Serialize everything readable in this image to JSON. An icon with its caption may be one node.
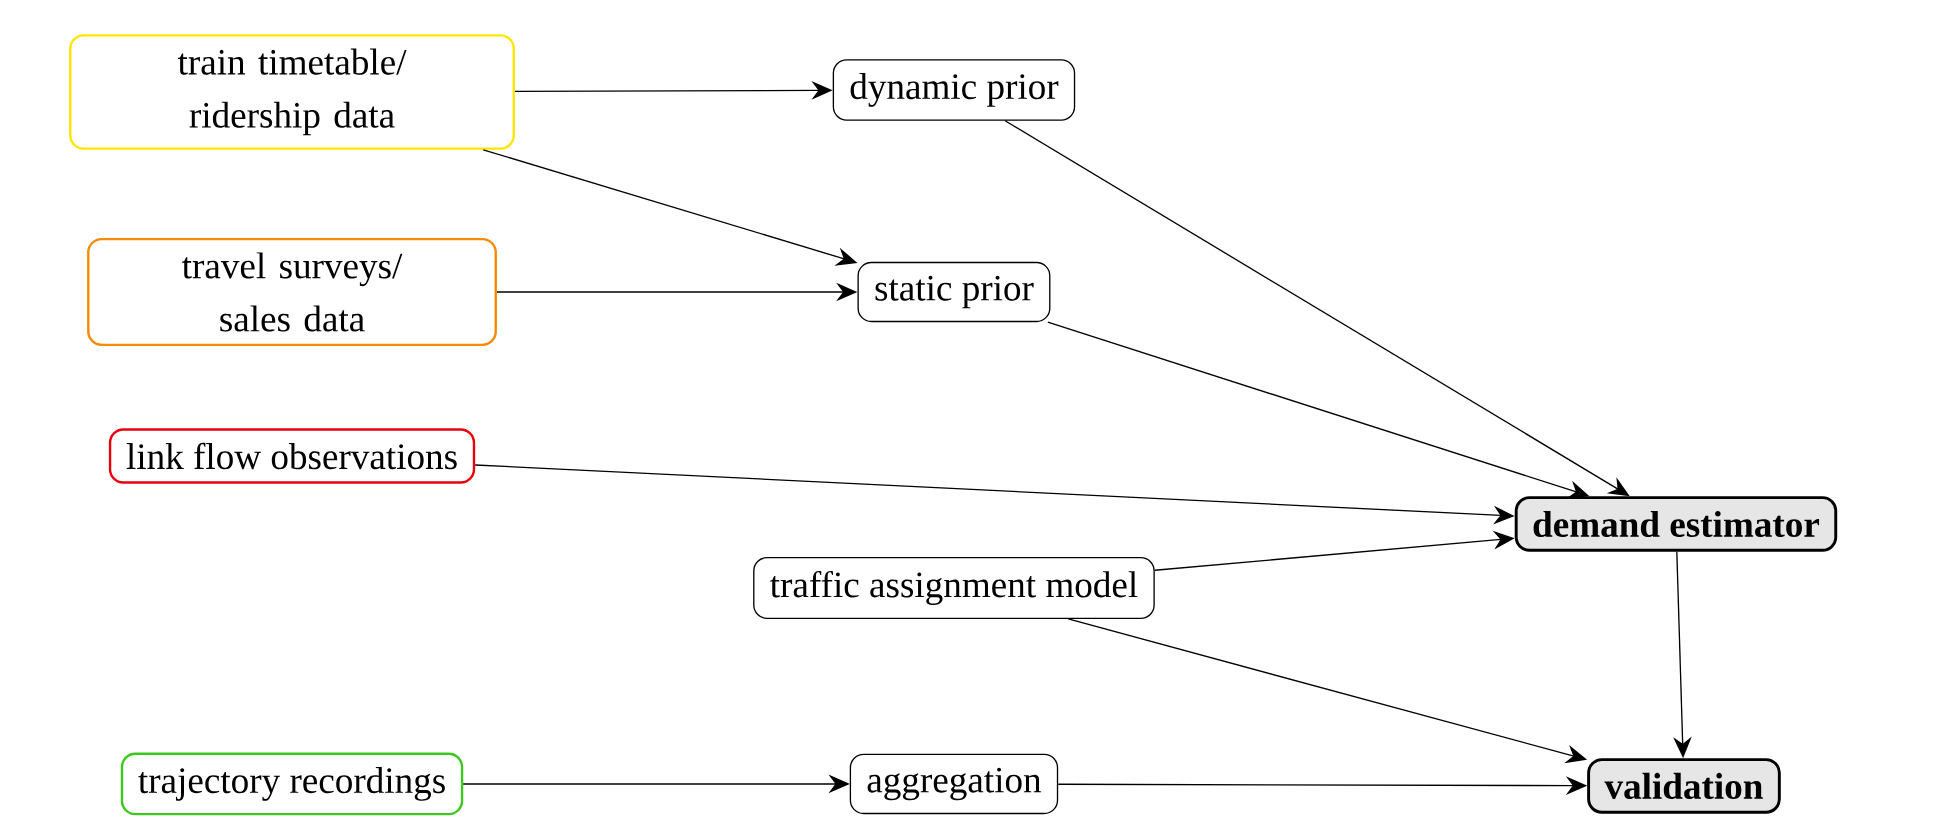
{
  "diagram": {
    "nodes": [
      {
        "text": [
          "train timetable/ ridership data"
        ]
      },
      {
        "text": [
          "travel surveys/ sales data"
        ]
      },
      {
        "text": [
          "link flow observations"
        ]
      },
      {
        "text": [
          "trajectory recordings"
        ]
      },
      {
        "text": [
          "dynamic prior"
        ]
      },
      {
        "text": [
          "static prior"
        ]
      },
      {
        "text": [
          "traffic assignment model"
        ]
      },
      {
        "text": [
          "aggregation"
        ]
      },
      {
        "text": [
          "demand estimator"
        ]
      },
      {
        "text": [
          "validation"
        ]
      }
    ],
    "edges": [
      {
        "from": 0,
        "to": 4,
        "arrow": "to"
      },
      {
        "from": 0,
        "to": 5,
        "arrow": "to"
      },
      {
        "from": 1,
        "to": 5,
        "arrow": "to"
      },
      {
        "from": 4,
        "to": 8,
        "arrow": "to"
      },
      {
        "from": 5,
        "to": 8,
        "arrow": "to"
      },
      {
        "from": 2,
        "to": 8,
        "arrow": "to"
      },
      {
        "from": 6,
        "to": 8,
        "arrow": "to"
      },
      {
        "from": 6,
        "to": 9,
        "arrow": "to"
      },
      {
        "from": 8,
        "to": 9,
        "arrow": "to"
      },
      {
        "from": 3,
        "to": 7,
        "arrow": "to"
      },
      {
        "from": 7,
        "to": 9,
        "arrow": "to"
      }
    ]
  }
}
